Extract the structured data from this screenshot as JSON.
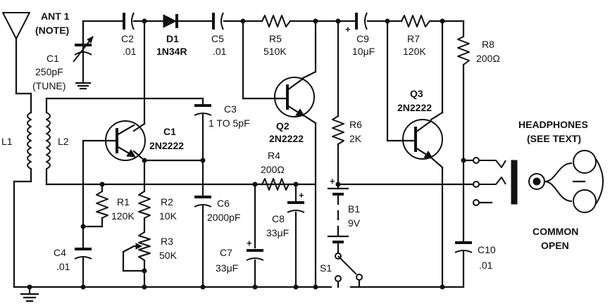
{
  "antenna": {
    "line1": "ANT 1",
    "line2": "(NOTE)"
  },
  "c1_tune": {
    "ref": "C1",
    "value": "250pF",
    "note": "(TUNE)"
  },
  "c2": {
    "ref": "C2",
    "value": ".01"
  },
  "d1": {
    "ref": "D1",
    "part": "1N34R"
  },
  "c5": {
    "ref": "C5",
    "value": ".01"
  },
  "r5": {
    "ref": "R5",
    "value": "510K"
  },
  "c9": {
    "ref": "C9",
    "value": "10μF",
    "plus": "+"
  },
  "r7": {
    "ref": "R7",
    "value": "120K"
  },
  "r8": {
    "ref": "R8",
    "value": "200Ω"
  },
  "l1": {
    "ref": "L1"
  },
  "l2": {
    "ref": "L2"
  },
  "q1": {
    "ref": "C1",
    "part": "2N2222"
  },
  "c3": {
    "ref": "C3",
    "value": "1 TO 5pF"
  },
  "q2": {
    "ref": "Q2",
    "part": "2N2222"
  },
  "r6": {
    "ref": "R6",
    "value": "2K"
  },
  "q3": {
    "ref": "Q3",
    "part": "2N2222"
  },
  "headphones": {
    "line1": "HEADPHONES",
    "line2": "(SEE TEXT)"
  },
  "r4": {
    "ref": "R4",
    "value": "200Ω"
  },
  "r1": {
    "ref": "R1",
    "value": "120K"
  },
  "r2": {
    "ref": "R2",
    "value": "10K"
  },
  "c6": {
    "ref": "C6",
    "value": "2000pF"
  },
  "c8": {
    "ref": "C8",
    "value": "33μF",
    "plus": "+"
  },
  "b1": {
    "ref": "B1",
    "value": "9V",
    "plus": "+"
  },
  "r3": {
    "ref": "R3",
    "value": "50K"
  },
  "c4": {
    "ref": "C4",
    "value": ".01"
  },
  "c7": {
    "ref": "C7",
    "value": "33μF",
    "plus": "+"
  },
  "s1": {
    "ref": "S1"
  },
  "c10": {
    "ref": "C10",
    "value": ".01"
  },
  "jack": {
    "line1": "COMMON",
    "line2": "OPEN"
  }
}
